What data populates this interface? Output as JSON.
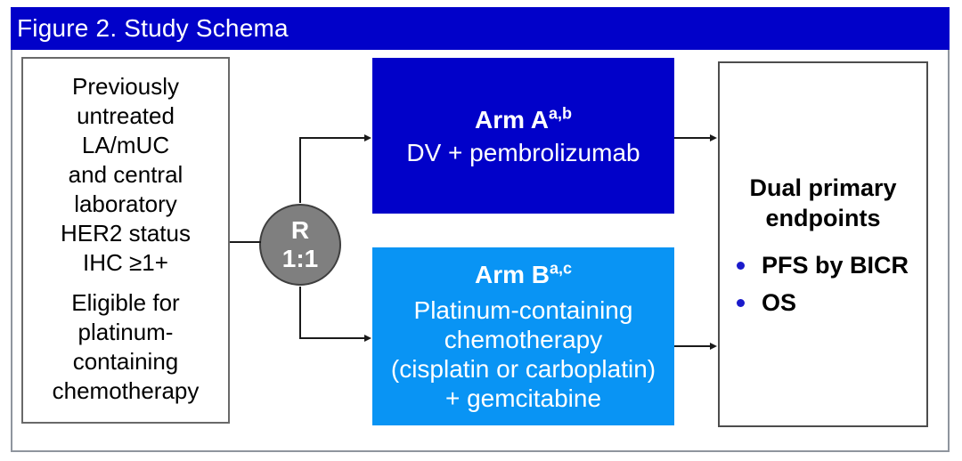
{
  "title_bar": {
    "text": "Figure 2. Study Schema"
  },
  "colors": {
    "header_blue": "#0101C9",
    "arm_a_blue": "#0101C9",
    "arm_b_blue": "#0994F4",
    "randomization_gray": "#7F7F7F",
    "bullet_blue": "#1A1ACB"
  },
  "population_box": {
    "criteria_lines": [
      "Previously",
      "untreated",
      "LA/mUC",
      "and central",
      "laboratory",
      "HER2 status",
      "IHC ≥1+"
    ],
    "eligibility_lines": [
      "Eligible for",
      "platinum-",
      "containing",
      "chemotherapy"
    ]
  },
  "randomization": {
    "label_lines": [
      "R",
      "1:1"
    ]
  },
  "arms": {
    "arm_a": {
      "title": "Arm A",
      "superscript": "a,b",
      "body_lines": [
        "DV + pembrolizumab"
      ]
    },
    "arm_b": {
      "title": "Arm B",
      "superscript": "a,c",
      "body_lines": [
        "Platinum-containing",
        "chemotherapy",
        "(cisplatin or carboplatin)",
        "+ gemcitabine"
      ]
    }
  },
  "endpoints_box": {
    "heading_lines": [
      "Dual primary",
      "endpoints"
    ],
    "items": [
      "PFS by BICR",
      "OS"
    ]
  }
}
